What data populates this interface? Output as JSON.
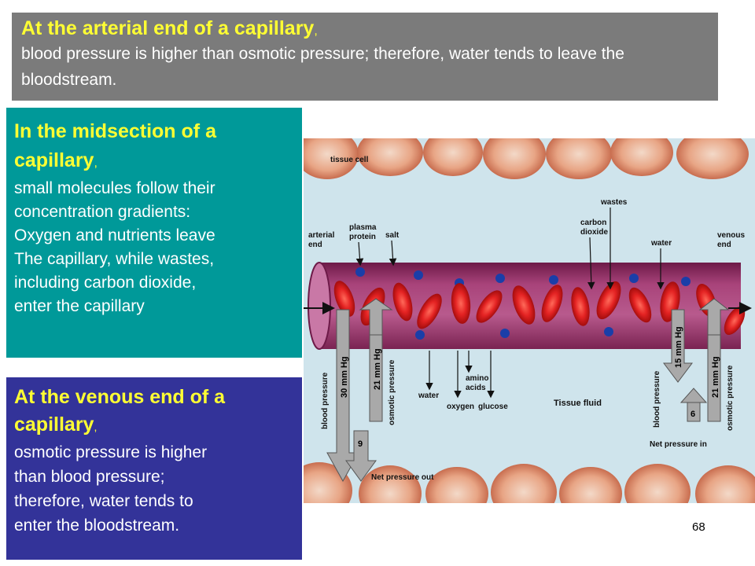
{
  "arterial_box": {
    "heading": "At the arterial end of a capillary",
    "heading_comma": ",",
    "body": "blood pressure is higher than osmotic pressure; therefore, water tends to leave the bloodstream."
  },
  "mid_box": {
    "heading": "In the midsection of a capillary",
    "heading_comma": ",",
    "body_lines": [
      "small molecules follow their",
      "concentration gradients:",
      "Oxygen and nutrients leave",
      "The capillary, while wastes,",
      "including carbon dioxide,",
      "enter the capillary"
    ]
  },
  "venous_box": {
    "heading": "At the venous end of a capillary",
    "heading_comma": ",",
    "body_lines": [
      "osmotic pressure is higher",
      "than blood pressure;",
      "therefore, water tends to",
      "enter the bloodstream."
    ]
  },
  "diagram": {
    "labels": {
      "tissue_cell": "tissue cell",
      "arterial": "arterial",
      "arterial_end": "end",
      "plasma": "plasma",
      "protein": "protein",
      "salt": "salt",
      "wastes": "wastes",
      "carbon": "carbon",
      "dioxide": "dioxide",
      "water_top": "water",
      "venous": "venous",
      "venous_end": "end",
      "blood_pressure_left": "blood pressure",
      "bp_30": "30 mm Hg",
      "op_21_left": "21 mm Hg",
      "osmotic_pressure_left": "osmotic pressure",
      "water_left": "water",
      "amino": "amino",
      "acids": "acids",
      "oxygen": "oxygen",
      "glucose": "glucose",
      "tissue_fluid": "Tissue fluid",
      "net_out_value": "9",
      "net_pressure_out": "Net pressure out",
      "bp_15": "15 mm Hg",
      "blood_pressure_right": "blood pressure",
      "net_in_value": "6",
      "op_21_right": "21 mm Hg",
      "osmotic_pressure_right": "osmotic pressure",
      "net_pressure_in": "Net pressure in"
    },
    "colors": {
      "background": "#cfe4ec",
      "tissue_cell": "#e8a080",
      "capillary": "#8e2a5e",
      "red_blood_cell": "#d81f1f",
      "plasma_protein": "#1a3ea8",
      "pressure_arrow": "#a9a9a9"
    }
  },
  "page_number": "68"
}
